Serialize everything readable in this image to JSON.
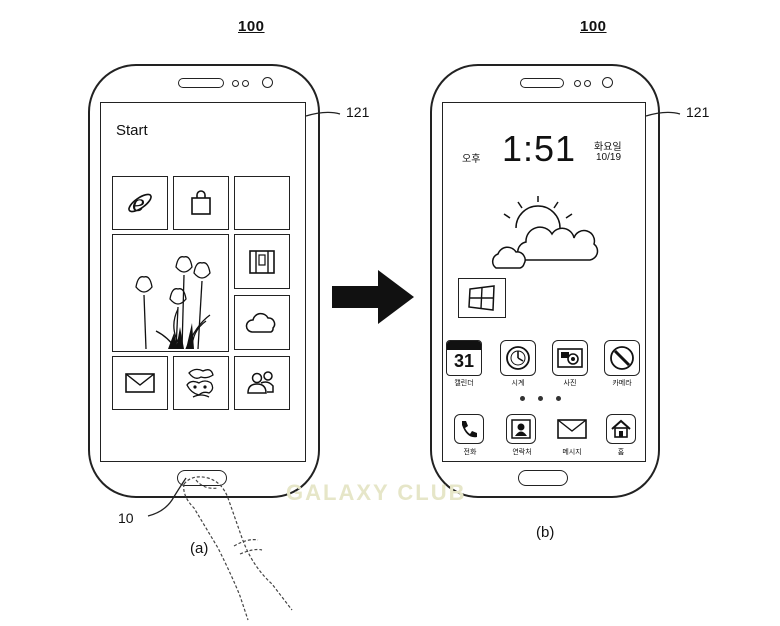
{
  "figure": {
    "left_ref": "100",
    "right_ref": "100",
    "screen_ref_left": "121",
    "screen_ref_right": "121",
    "button_ref": "10",
    "caption_a": "(a)",
    "caption_b": "(b)",
    "watermark": "GALAXY CLUB"
  },
  "left_phone": {
    "start_title": "Start",
    "tiles": [
      {
        "name": "internet-explorer",
        "icon": "internet-explorer-icon"
      },
      {
        "name": "store",
        "icon": "shopping-bag-icon"
      },
      {
        "name": "blank",
        "icon": ""
      },
      {
        "name": "photos",
        "icon": "tulips-icon"
      },
      {
        "name": "media",
        "icon": "filmstrip-icon"
      },
      {
        "name": "weather",
        "icon": "cloud-icon"
      },
      {
        "name": "mail",
        "icon": "envelope-icon"
      },
      {
        "name": "games",
        "icon": "game-icon"
      },
      {
        "name": "people",
        "icon": "people-icon"
      }
    ]
  },
  "right_phone": {
    "ampm": "오후",
    "time": "1:51",
    "weekday": "화요일",
    "date": "10/19",
    "apps_row1": [
      {
        "label": "캘린더",
        "icon": "calendar-icon",
        "value": "31"
      },
      {
        "label": "시계",
        "icon": "clock-icon"
      },
      {
        "label": "사진",
        "icon": "camera-icon"
      },
      {
        "label": "카메라",
        "icon": "lens-icon"
      }
    ],
    "apps_row2": [
      {
        "label": "전화",
        "icon": "phone-icon"
      },
      {
        "label": "연락처",
        "icon": "contacts-icon"
      },
      {
        "label": "메시지",
        "icon": "message-icon"
      },
      {
        "label": "홈",
        "icon": "home-icon"
      }
    ]
  }
}
